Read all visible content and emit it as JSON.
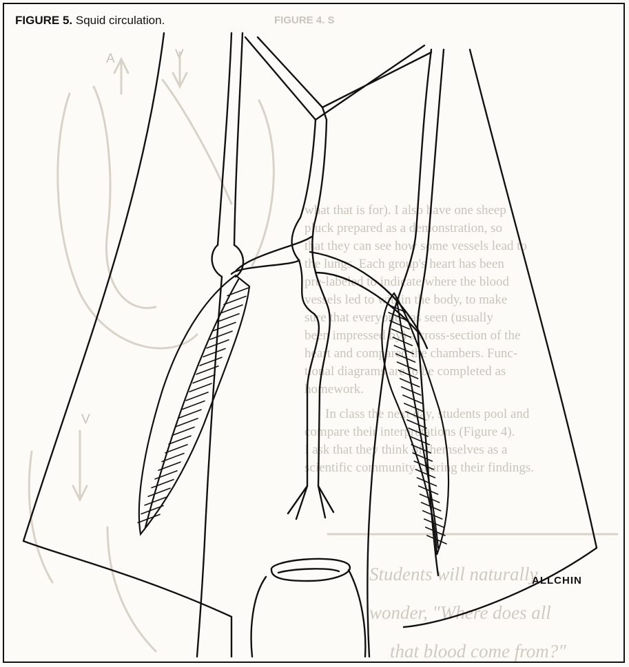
{
  "figure": {
    "label": "FIGURE 5.",
    "title": "Squid circulation.",
    "signature": "ALLCHIN"
  },
  "bleed_through": {
    "figure_label": "FIGURE 4. S",
    "paragraph_lines": [
      "what that is for). I also have one sheep",
      "pluck prepared as a demonstration, so",
      "that they can see how some vessels lead to",
      "the lungs. Each group's heart has been",
      "pre-labeled to indicate where the blood",
      "vessels led to within the body, to make",
      "sure that everyone has seen (usually",
      "been impressed by) a cross-section of the",
      "heart and compared the chambers. Func-",
      "tional diagrams are to be completed as",
      "homework.",
      "In class the next day, students pool and",
      "compare their interpretations (Figure 4).",
      "I ask that they think of themselves as a",
      "scientific community sharing their findings."
    ],
    "quote_lines": [
      "Students will naturally",
      "wonder, \"Where does all",
      "that blood come from?\""
    ],
    "arrow_labels": [
      "A",
      "V",
      "V"
    ]
  }
}
